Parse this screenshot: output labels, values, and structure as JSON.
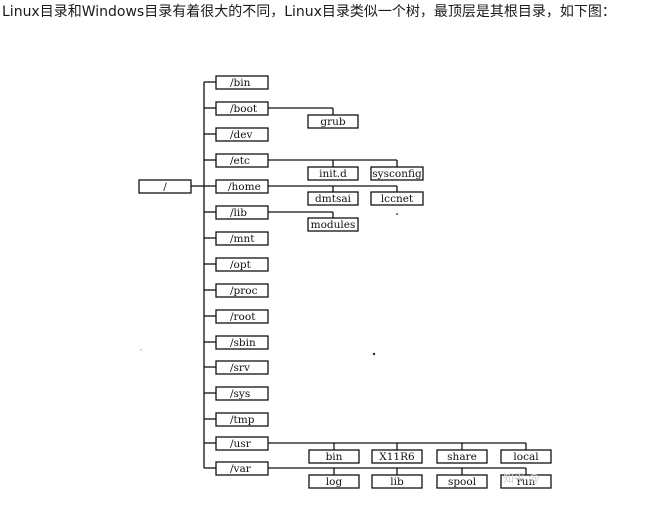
{
  "intro_text": "Linux目录和Windows目录有着很大的不同，Linux目录类似一个树，最顶层是其根目录，如下图：",
  "tree": {
    "root": "/",
    "dirs": [
      "/bin",
      "/boot",
      "/dev",
      "/etc",
      "/home",
      "/lib",
      "/mnt",
      "/opt",
      "/proc",
      "/root",
      "/sbin",
      "/srv",
      "/sys",
      "/tmp",
      "/usr",
      "/var"
    ],
    "boot_children": [
      "grub"
    ],
    "etc_children": [
      "init.d",
      "sysconfig"
    ],
    "home_children": [
      "dmtsai",
      "lccnet"
    ],
    "lib_children": [
      "modules"
    ],
    "usr_children": [
      "bin",
      "X11R6",
      "share",
      "local"
    ],
    "var_children": [
      "log",
      "lib",
      "spool",
      "run"
    ]
  },
  "watermark": "知乎 @"
}
